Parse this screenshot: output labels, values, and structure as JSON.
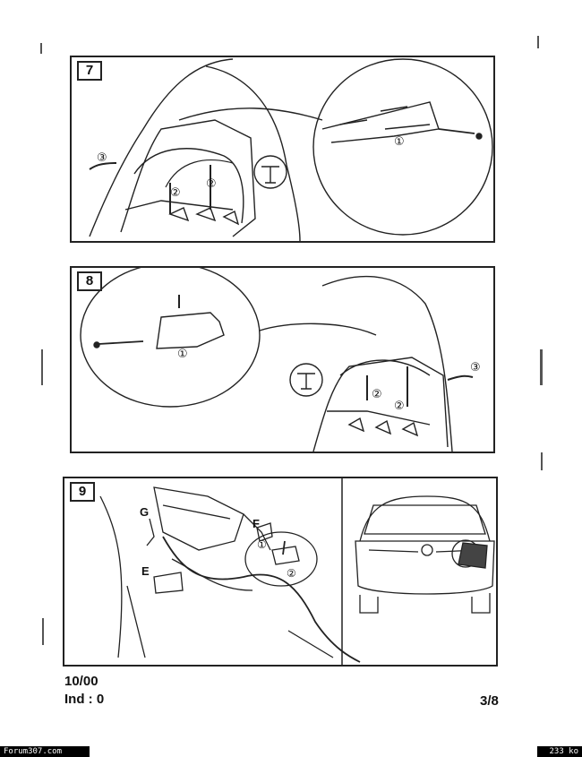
{
  "steps": [
    {
      "number": "7",
      "callouts": [
        "①",
        "②",
        "②",
        "③"
      ]
    },
    {
      "number": "8",
      "callouts": [
        "①",
        "②",
        "②",
        "③"
      ]
    },
    {
      "number": "9",
      "labels": [
        "G",
        "F",
        "E",
        "①",
        "②"
      ]
    }
  ],
  "footer": {
    "date": "10/00",
    "index": "Ind : 0",
    "page": "3/8"
  },
  "bottom_bar": {
    "source": "Forum307.com",
    "size": "233 ko"
  }
}
